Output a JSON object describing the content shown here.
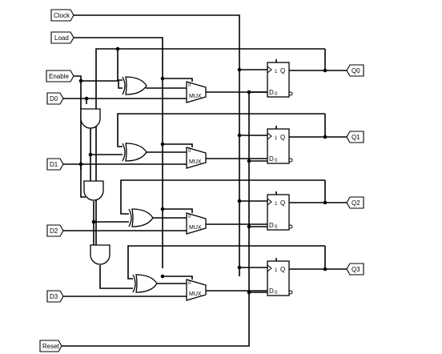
{
  "inputs": {
    "clock": "Clock",
    "load": "Load",
    "enable": "Enable",
    "d0": "D0",
    "d1": "D1",
    "d2": "D2",
    "d3": "D3",
    "reset": "Reset"
  },
  "outputs": {
    "q0": "Q0",
    "q1": "Q1",
    "q2": "Q2",
    "q3": "Q3"
  },
  "mux_label": "MUX",
  "mux_sel_mark": "0",
  "ff_pin_q": "Q",
  "ff_pin_d": "D",
  "ff_pin_1": "1",
  "ff_pin_0": "0"
}
